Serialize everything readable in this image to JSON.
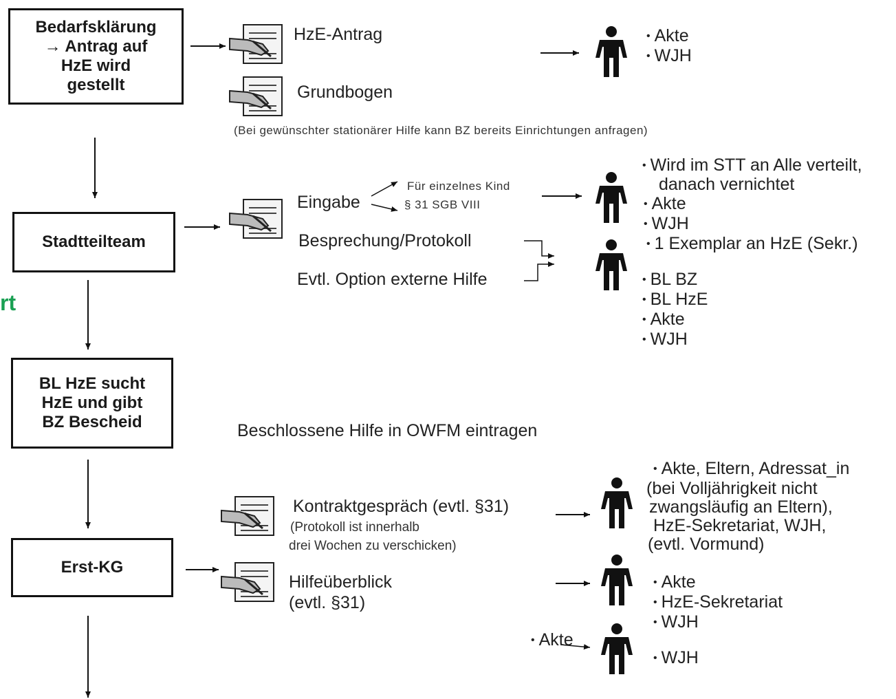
{
  "boxes": {
    "bedarf": "Bedarfsklärung\n→ Antrag auf\nHzE wird\ngestellt",
    "stt": "Stadtteilteam",
    "blhze": "BL HzE sucht\nHzE und gibt\nBZ Bescheid",
    "erstkg": "Erst-KG"
  },
  "side_label": "rt",
  "row1": {
    "doc1": "HzE-Antrag",
    "doc2": "Grundbogen",
    "note": "(Bei gewünschter stationärer Hilfe kann BZ bereits Einrichtungen anfragen)",
    "bullets": [
      "Akte",
      "WJH"
    ]
  },
  "row2": {
    "eingabe": "Eingabe",
    "branch_a": "Für einzelnes Kind",
    "branch_b": "§ 31 SGB VIII",
    "besprechung": "Besprechung/Protokoll",
    "option": "Evtl. Option externe Hilfe",
    "bullets_a_first_1": "Wird im STT an Alle verteilt,",
    "bullets_a_first_2": "danach vernichtet",
    "bullets_a": [
      "Akte",
      "WJH",
      "1 Exemplar an HzE (Sekr.)"
    ],
    "bullets_b": [
      "BL BZ",
      "BL HzE",
      "Akte",
      "WJH"
    ]
  },
  "row3": {
    "text": "Beschlossene Hilfe in OWFM eintragen"
  },
  "row4": {
    "kontrakt": "Kontraktgespräch (evtl. §31)",
    "kontrakt_note_1": "(Protokoll ist innerhalb",
    "kontrakt_note_2": "drei Wochen zu verschicken)",
    "hilfe_1": "Hilfeüberblick",
    "hilfe_2": "(evtl. §31)",
    "recipients_1": "Akte, Eltern, Adressat_in",
    "recipients_2": "(bei Volljährigkeit nicht",
    "recipients_3": "zwangsläufig an Eltern),",
    "recipients_4": "HzE-Sekretariat, WJH,",
    "recipients_5": "(evtl. Vormund)",
    "bullets_c": [
      "Akte",
      "HzE-Sekretariat",
      "WJH"
    ],
    "akte_left": "Akte",
    "bullets_d": [
      "WJH"
    ]
  }
}
